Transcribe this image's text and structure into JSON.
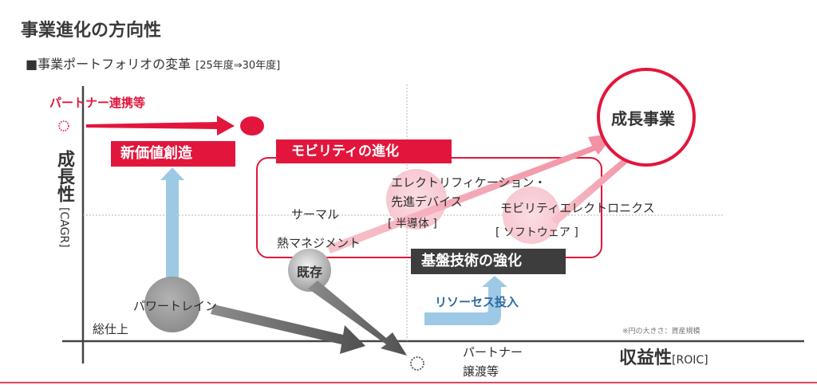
{
  "page": {
    "title": "事業進化の方向性",
    "subtitle": "■事業ポートフォリオの変革",
    "period": "[25年度⇒30年度]"
  },
  "axes": {
    "y_label_main": "成長性",
    "y_label_sub": "[CAGR]",
    "x_label_main": "収益性",
    "x_label_sub": "[ROIC]"
  },
  "labels": {
    "partner_alliance": "パートナー連携等",
    "new_value": "新価値創造",
    "mobility_evolution": "モビリティの進化",
    "thermal_line1": "サーマル",
    "thermal_line2": "熱マネジメント",
    "electrification_line1": "エレクトリフィケーション・",
    "electrification_line2": "先進デバイス",
    "electrification_line3": "[ 半導体 ]",
    "mobility_electronics_line1": "モビリティエレクトロニクス",
    "mobility_electronics_line2": "[ ソフトウェア ]",
    "growth_business": "成長事業",
    "existing": "既存",
    "foundation_tech": "基盤技術の強化",
    "resource_investment": "リソーセス投入",
    "powertrain": "パワートレイン",
    "overall_wrapup": "総仕上",
    "partner_transfer_line1": "パートナー",
    "partner_transfer_line2": "譲渡等",
    "circle_size_note": "※円の大きさ：資産規模"
  },
  "colors": {
    "brand_red": "#e2163c",
    "light_pink": "#f4a7b3",
    "pale_pink": "#f9d3da",
    "gray": "#9a9a9a",
    "dark_gray": "#6e6e6e",
    "light_blue": "#9ec9e6",
    "axis": "#444444"
  }
}
